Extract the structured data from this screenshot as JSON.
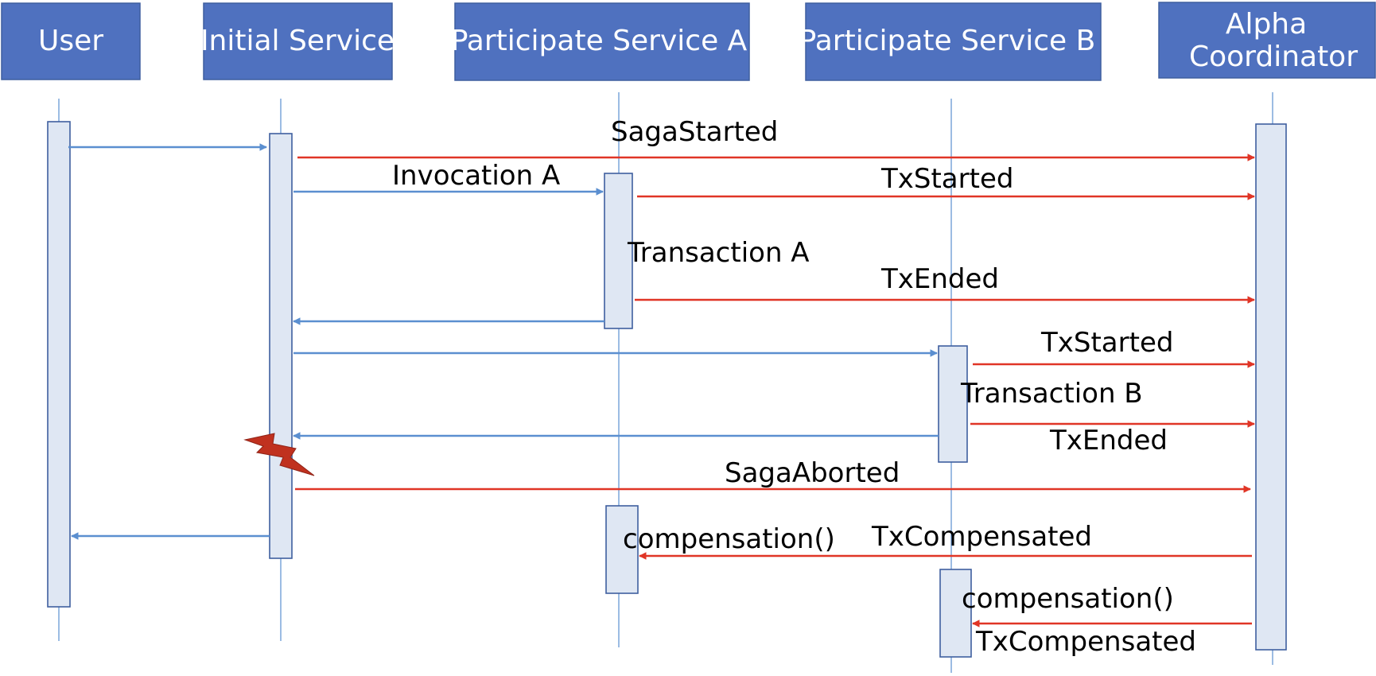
{
  "participants": {
    "user": "User",
    "initial": "Initial Service",
    "service_a": "Participate Service A",
    "service_b": "Participate Service B",
    "alpha_line1": "Alpha",
    "alpha_line2": "Coordinator"
  },
  "messages": {
    "saga_started": "SagaStarted",
    "invocation_a": "Invocation A",
    "tx_started_a": "TxStarted",
    "transaction_a": "Transaction A",
    "tx_ended_a": "TxEnded",
    "tx_started_b": "TxStarted",
    "transaction_b": "Transaction B",
    "tx_ended_b": "TxEnded",
    "saga_aborted": "SagaAborted",
    "compensation_a": "compensation()",
    "tx_compensated_a": "TxCompensated",
    "compensation_b": "compensation()",
    "tx_compensated_b": "TxCompensated"
  },
  "colors": {
    "header_fill": "#4f71bf",
    "service_message": "#5b8fd0",
    "coordinator_message": "#e03526",
    "failure_icon": "#c0311f"
  },
  "icons": {
    "failure": "lightning-bolt-icon"
  }
}
